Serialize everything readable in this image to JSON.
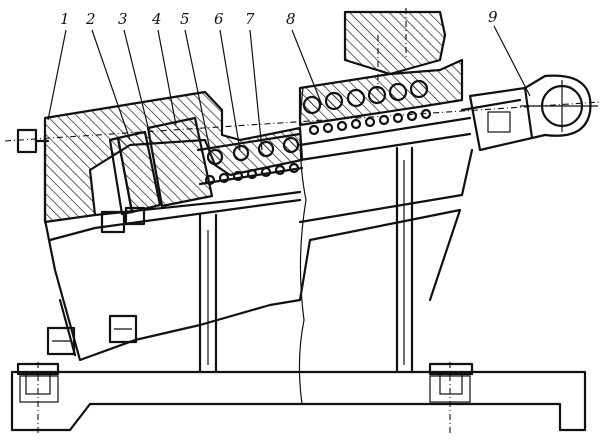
{
  "figure": {
    "part_labels": [
      "1",
      "2",
      "3",
      "4",
      "5",
      "6",
      "7",
      "8",
      "9"
    ]
  }
}
